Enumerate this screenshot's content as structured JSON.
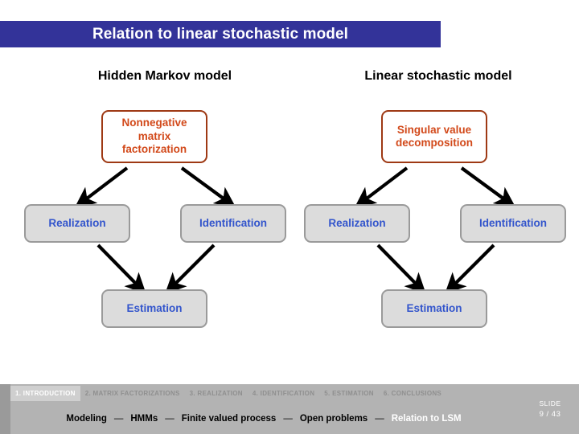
{
  "slide": {
    "title": "Relation to linear stochastic model",
    "title_bar_color": "#333399",
    "columns": [
      {
        "heading": "Hidden Markov model"
      },
      {
        "heading": "Linear stochastic model"
      }
    ],
    "nodes": {
      "nmf": "Nonnegative\nmatrix\nfactorization",
      "nmf_line1": "Nonnegative",
      "nmf_line2": "matrix",
      "nmf_line3": "factorization",
      "svd_line1": "Singular value",
      "svd_line2": "decomposition",
      "realization_left": "Realization",
      "identification_left": "Identification",
      "estimation_left": "Estimation",
      "realization_right": "Realization",
      "identification_right": "Identification",
      "estimation_right": "Estimation"
    },
    "colors": {
      "orange_border": "#9E3914",
      "orange_text": "#D2491A",
      "gray_fill": "#dcdcdc",
      "gray_border": "#9a9a9a",
      "blue_text": "#3355CC",
      "arrow": "#000000"
    }
  },
  "footer": {
    "tabs": [
      {
        "label": "1. INTRODUCTION",
        "active": true
      },
      {
        "label": "2. MATRIX FACTORIZATIONS",
        "active": false
      },
      {
        "label": "3. REALIZATION",
        "active": false
      },
      {
        "label": "4. IDENTIFICATION",
        "active": false
      },
      {
        "label": "5. ESTIMATION",
        "active": false
      },
      {
        "label": "6. CONCLUSIONS",
        "active": false
      }
    ],
    "subnav": [
      {
        "label": "Modeling",
        "current": false
      },
      {
        "label": "HMMs",
        "current": false
      },
      {
        "label": "Finite valued process",
        "current": false
      },
      {
        "label": "Open problems",
        "current": false
      },
      {
        "label": "Relation to LSM",
        "current": true
      }
    ],
    "subnav_separator": "—",
    "slide_label": "SLIDE",
    "slide_number": "9 / 43"
  }
}
